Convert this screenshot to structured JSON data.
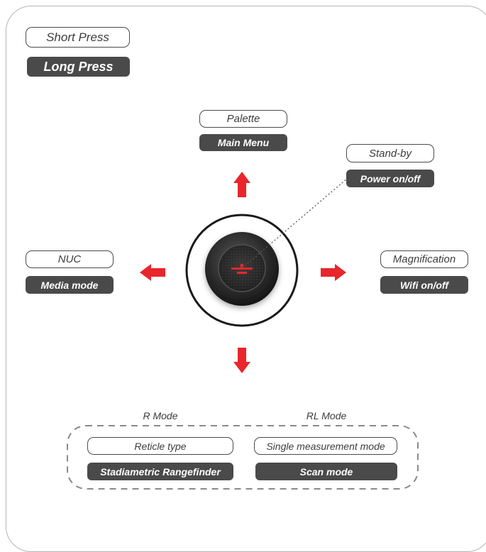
{
  "legend": {
    "short_press": "Short Press",
    "long_press": "Long Press"
  },
  "up": {
    "short": "Palette",
    "long": "Main Menu"
  },
  "center": {
    "short": "Stand-by",
    "long": "Power on/off"
  },
  "left": {
    "short": "NUC",
    "long": "Media mode"
  },
  "right": {
    "short": "Magnification",
    "long": "Wifi on/off"
  },
  "modes": {
    "r": {
      "title": "R Mode",
      "short": "Reticle type",
      "long": "Stadiametric Rangefinder"
    },
    "rl": {
      "title": "RL Mode",
      "short": "Single measurement mode",
      "long": "Scan mode"
    }
  },
  "colors": {
    "arrow": "#e8262b",
    "dark": "#4a4a4a",
    "frame": "#b5b5b5"
  }
}
